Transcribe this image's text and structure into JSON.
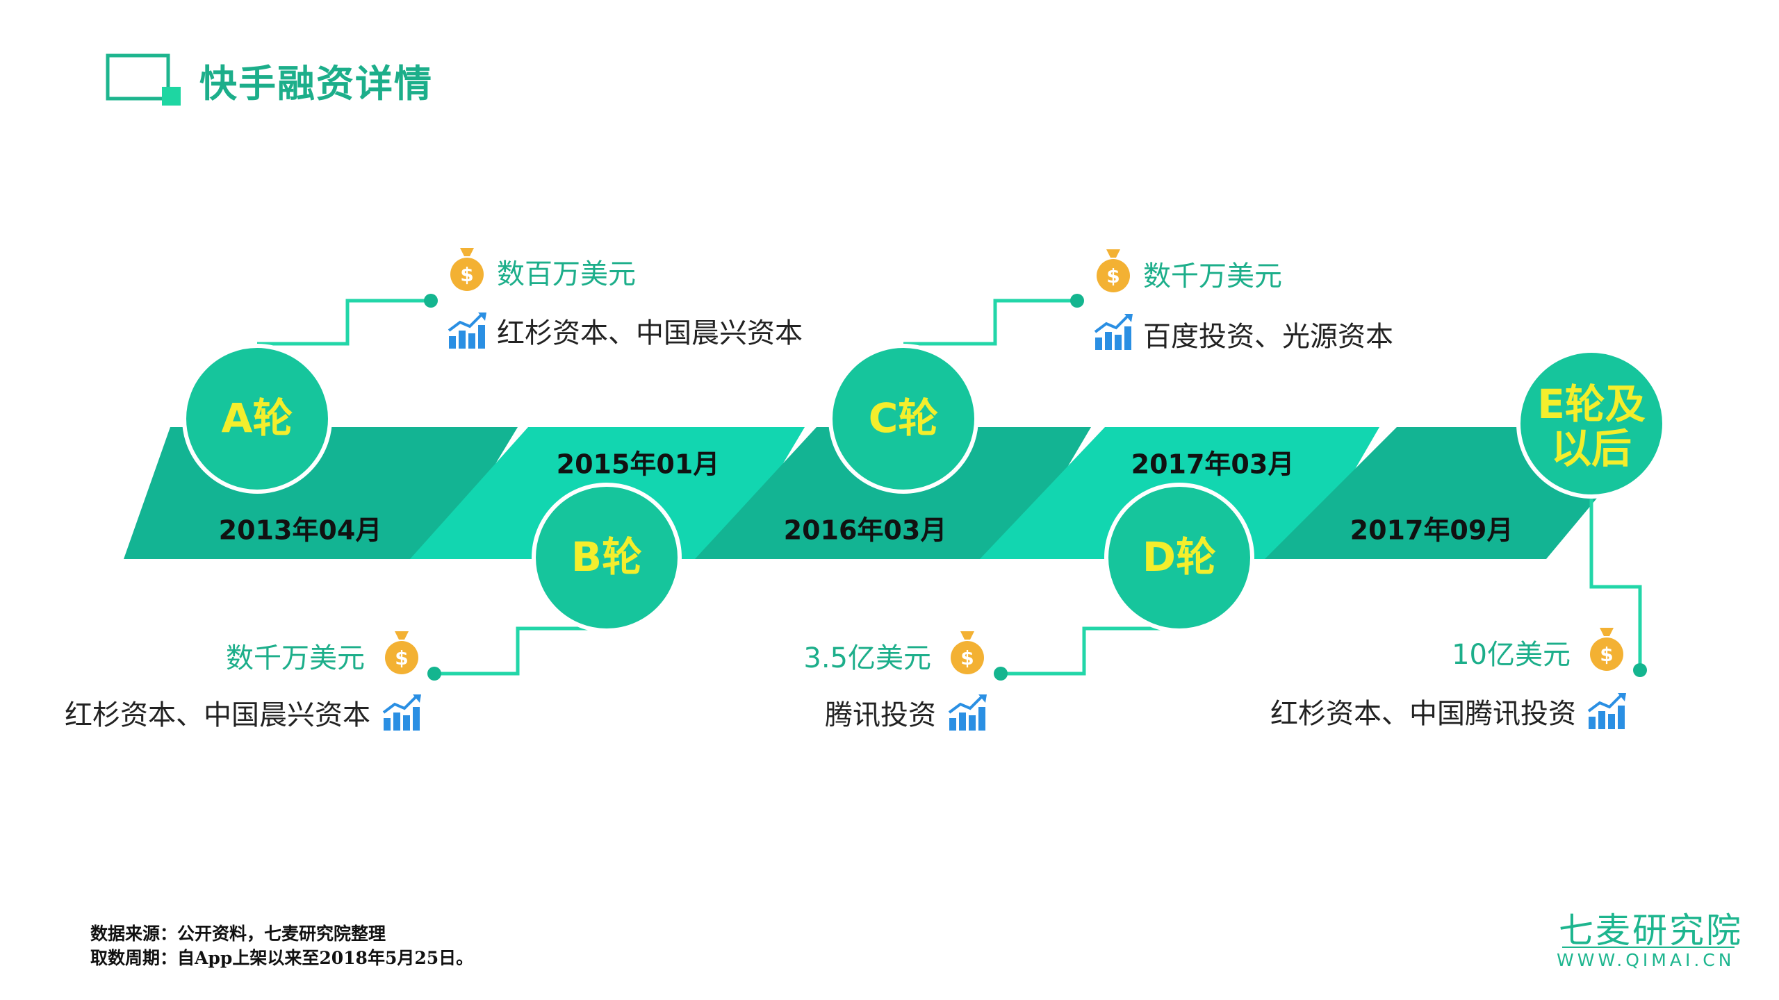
{
  "title": "快手融资详情",
  "colors": {
    "dark_band": "#13b493",
    "light_band": "#12d6b0",
    "circle": "#16c59c",
    "accent_text": "#f4ee2c",
    "title_green": "#1cae8a",
    "coin": "#f3b133",
    "chart_blue": "#2a8fe3"
  },
  "rounds": [
    {
      "label": "A轮",
      "date": "2013年04月",
      "amount": "数百万美元",
      "investors": "红杉资本、中国晨兴资本"
    },
    {
      "label": "B轮",
      "date": "2015年01月",
      "amount": "数千万美元",
      "investors": "红杉资本、中国晨兴资本"
    },
    {
      "label": "C轮",
      "date": "2016年03月",
      "amount": "数千万美元",
      "investors": "百度投资、光源资本"
    },
    {
      "label": "D轮",
      "date": "2017年03月",
      "amount": "3.5亿美元",
      "investors": "腾讯投资"
    },
    {
      "label": "E轮及以后",
      "label_lines": [
        "E轮及",
        "以后"
      ],
      "date": "2017年09月",
      "amount": "10亿美元",
      "investors": "红杉资本、中国腾讯投资"
    }
  ],
  "footer": {
    "source": "数据来源：公开资料，七麦研究院整理",
    "period": "取数周期：自App上架以来至2018年5月25日。"
  },
  "logo": {
    "cn": "七麦研究院",
    "en": "WWW.QIMAI.CN"
  }
}
